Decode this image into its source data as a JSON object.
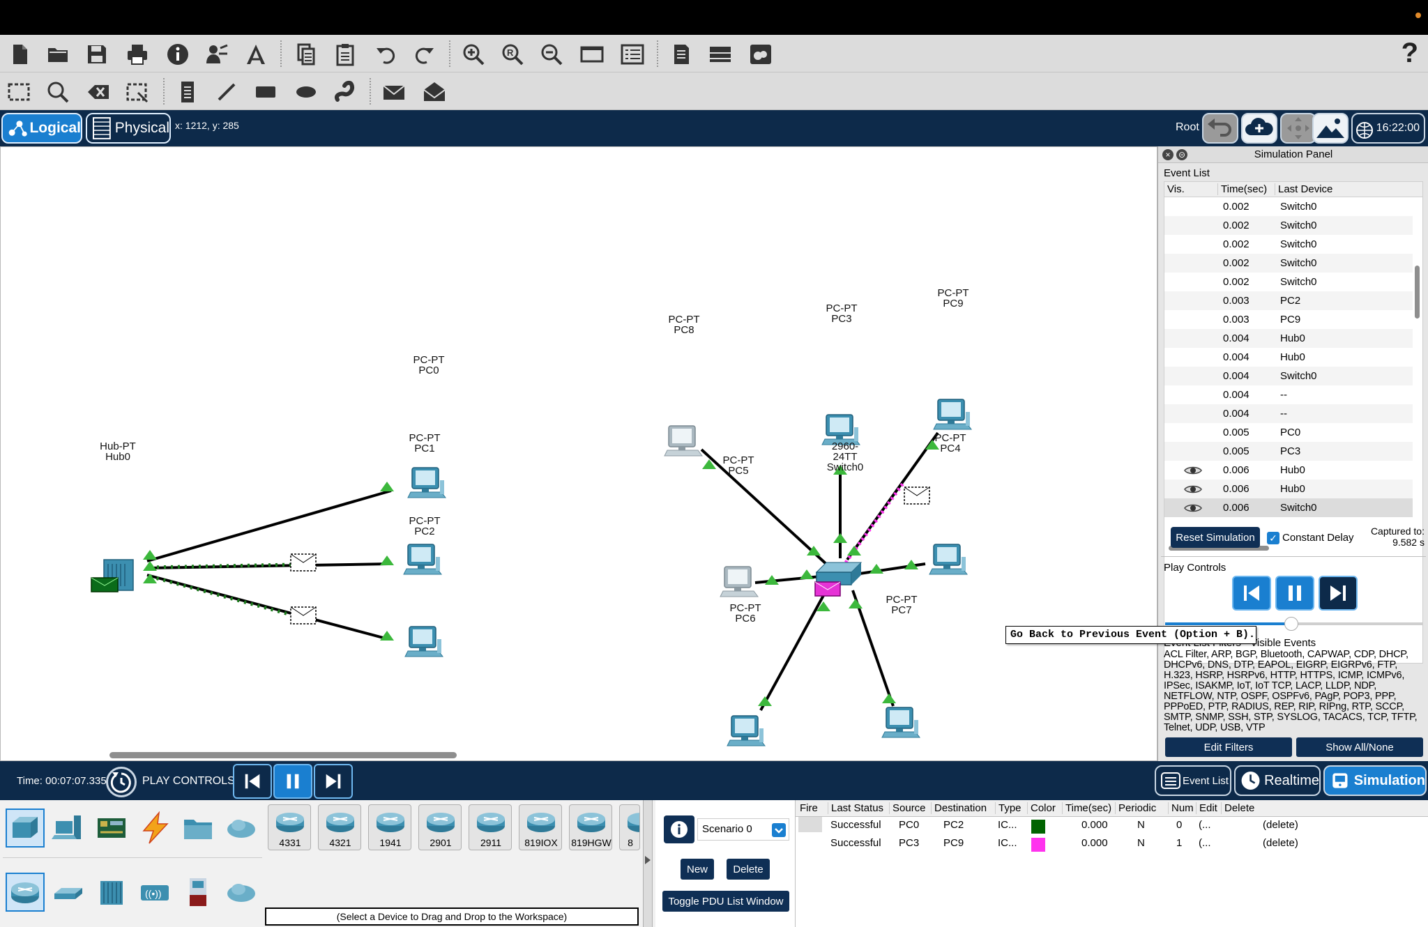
{
  "app": {
    "help_label": "?"
  },
  "toolbar1": {
    "icons": [
      "new-file-icon",
      "open-folder-icon",
      "save-icon",
      "print-icon",
      "info-icon",
      "activity-wizard-icon",
      "custom-device-icon",
      "copy-icon",
      "paste-icon",
      "undo-icon",
      "redo-icon",
      "zoom-in-icon",
      "zoom-reset-icon",
      "zoom-out-icon",
      "drawing-palette-icon",
      "custom-device-dialog-icon",
      "ipc-icon",
      "view-icon",
      "cloud-icon"
    ]
  },
  "toolbar2": {
    "icons": [
      "select-icon",
      "inspect-icon",
      "delete-icon",
      "resize-icon",
      "place-note-icon",
      "draw-line-icon",
      "rectangle-icon",
      "ellipse-icon",
      "freeform-icon",
      "add-simple-pdu-icon",
      "add-complex-pdu-icon"
    ]
  },
  "navbar": {
    "logical_label": "Logical",
    "physical_label": "Physical",
    "coords": "x: 1212, y: 285",
    "root_label": "Root",
    "clock": "16:22:00"
  },
  "workspace": {
    "devices": [
      {
        "id": "PC0",
        "model": "PC-PT",
        "name": "PC0"
      },
      {
        "id": "PC1",
        "model": "PC-PT",
        "name": "PC1"
      },
      {
        "id": "PC2",
        "model": "PC-PT",
        "name": "PC2"
      },
      {
        "id": "Hub0",
        "model": "Hub-PT",
        "name": "Hub0"
      },
      {
        "id": "PC8",
        "model": "PC-PT",
        "name": "PC8"
      },
      {
        "id": "PC3",
        "model": "PC-PT",
        "name": "PC3"
      },
      {
        "id": "PC9",
        "model": "PC-PT",
        "name": "PC9"
      },
      {
        "id": "PC5",
        "model": "PC-PT",
        "name": "PC5"
      },
      {
        "id": "PC4",
        "model": "PC-PT",
        "name": "PC4"
      },
      {
        "id": "PC6",
        "model": "PC-PT",
        "name": "PC6"
      },
      {
        "id": "PC7",
        "model": "PC-PT",
        "name": "PC7"
      },
      {
        "id": "Switch0",
        "model": "2960-24TT",
        "name": "Switch0"
      }
    ]
  },
  "simpanel": {
    "title": "Simulation Panel",
    "event_list_label": "Event List",
    "columns": [
      "Vis.",
      "Time(sec)",
      "Last Device"
    ],
    "events": [
      {
        "vis": "",
        "time": "0.002",
        "device": "Switch0"
      },
      {
        "vis": "",
        "time": "0.002",
        "device": "Switch0"
      },
      {
        "vis": "",
        "time": "0.002",
        "device": "Switch0"
      },
      {
        "vis": "",
        "time": "0.002",
        "device": "Switch0"
      },
      {
        "vis": "",
        "time": "0.002",
        "device": "Switch0"
      },
      {
        "vis": "",
        "time": "0.003",
        "device": "PC2"
      },
      {
        "vis": "",
        "time": "0.003",
        "device": "PC9"
      },
      {
        "vis": "",
        "time": "0.004",
        "device": "Hub0"
      },
      {
        "vis": "",
        "time": "0.004",
        "device": "Hub0"
      },
      {
        "vis": "",
        "time": "0.004",
        "device": "Switch0"
      },
      {
        "vis": "",
        "time": "0.004",
        "device": "--"
      },
      {
        "vis": "",
        "time": "0.004",
        "device": "--"
      },
      {
        "vis": "",
        "time": "0.005",
        "device": "PC0"
      },
      {
        "vis": "",
        "time": "0.005",
        "device": "PC3"
      },
      {
        "vis": "eye",
        "time": "0.006",
        "device": "Hub0"
      },
      {
        "vis": "eye",
        "time": "0.006",
        "device": "Hub0"
      },
      {
        "vis": "eye",
        "time": "0.006",
        "device": "Switch0"
      }
    ],
    "reset_label": "Reset Simulation",
    "constant_delay_label": "Constant Delay",
    "captured_label": "Captured to:",
    "captured_value": "9.582 s",
    "play_controls_label": "Play Controls",
    "speed_level": 0.49,
    "filters_label": "Event List Filters - Visible Events",
    "filters_text": "ACL Filter, ARP, BGP, Bluetooth, CAPWAP, CDP, DHCP, DHCPv6, DNS, DTP, EAPOL, EIGRP, EIGRPv6, FTP, H.323, HSRP, HSRPv6, HTTP, HTTPS, ICMP, ICMPv6, IPSec, ISAKMP, IoT, IoT TCP, LACP, LLDP, NDP, NETFLOW, NTP, OSPF, OSPFv6, PAgP, POP3, PPP, PPPoED, PTP, RADIUS, REP, RIP, RIPng, RTP, SCCP, SMTP, SNMP, SSH, STP, SYSLOG, TACACS, TCP, TFTP, Telnet, UDP, USB, VTP",
    "edit_filters_label": "Edit Filters",
    "show_all_label": "Show All/None"
  },
  "tooltip": "Go Back to Previous Event (Option + B).",
  "bottombar": {
    "time": "Time: 00:07:07.335",
    "play_controls_label": "PLAY CONTROLS:",
    "event_list_label": "Event List",
    "realtime_label": "Realtime",
    "simulation_label": "Simulation"
  },
  "devices_panel": {
    "models": [
      "4331",
      "4321",
      "1941",
      "2901",
      "2911",
      "819IOX",
      "819HGW",
      "8"
    ],
    "hint": "(Select a Device to Drag and Drop to the Workspace)"
  },
  "scenario": {
    "selected": "Scenario 0",
    "new_label": "New",
    "delete_label": "Delete",
    "toggle_label": "Toggle PDU List Window"
  },
  "pdu_list": {
    "columns": [
      "Fire",
      "Last Status",
      "Source",
      "Destination",
      "Type",
      "Color",
      "Time(sec)",
      "Periodic",
      "Num",
      "Edit",
      "Delete"
    ],
    "rows": [
      {
        "status": "Successful",
        "source": "PC0",
        "destination": "PC2",
        "type": "IC...",
        "color": "#006400",
        "time": "0.000",
        "periodic": "N",
        "num": "0",
        "edit": "(...",
        "delete": "(delete)"
      },
      {
        "status": "Successful",
        "source": "PC3",
        "destination": "PC9",
        "type": "IC...",
        "color": "#ff33ee",
        "time": "0.000",
        "periodic": "N",
        "num": "1",
        "edit": "(...",
        "delete": "(delete)"
      }
    ]
  }
}
